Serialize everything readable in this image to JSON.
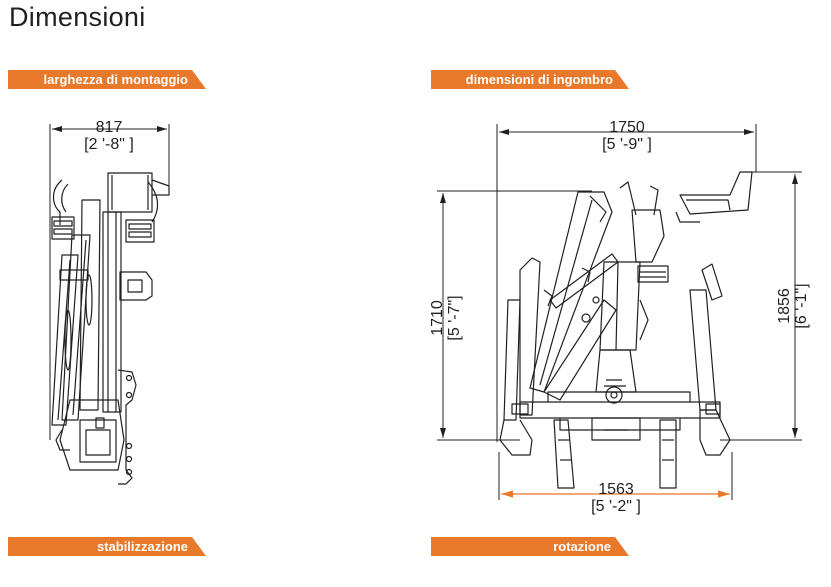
{
  "page": {
    "title": "Dimensioni"
  },
  "colors": {
    "accent": "#e8782a",
    "line": "#231f20"
  },
  "sections": {
    "mounting_width": {
      "label": "larghezza di montaggio"
    },
    "overall_dimensions": {
      "label": "dimensioni di ingombro"
    },
    "stabilization": {
      "label": "stabilizzazione"
    },
    "rotation": {
      "label": "rotazione"
    }
  },
  "dimensions": {
    "mounting_width": {
      "mm": "817",
      "ft_in": "[2 '-8\" ]"
    },
    "overall_width": {
      "mm": "1750",
      "ft_in": "[5 '-9\" ]"
    },
    "height_left": {
      "mm": "1710",
      "ft_in": "[5 '-7\"]"
    },
    "height_right": {
      "mm": "1856",
      "ft_in": "[6 '-1\"]"
    },
    "base_width": {
      "mm": "1563",
      "ft_in": "[5 '-2\" ]"
    }
  }
}
